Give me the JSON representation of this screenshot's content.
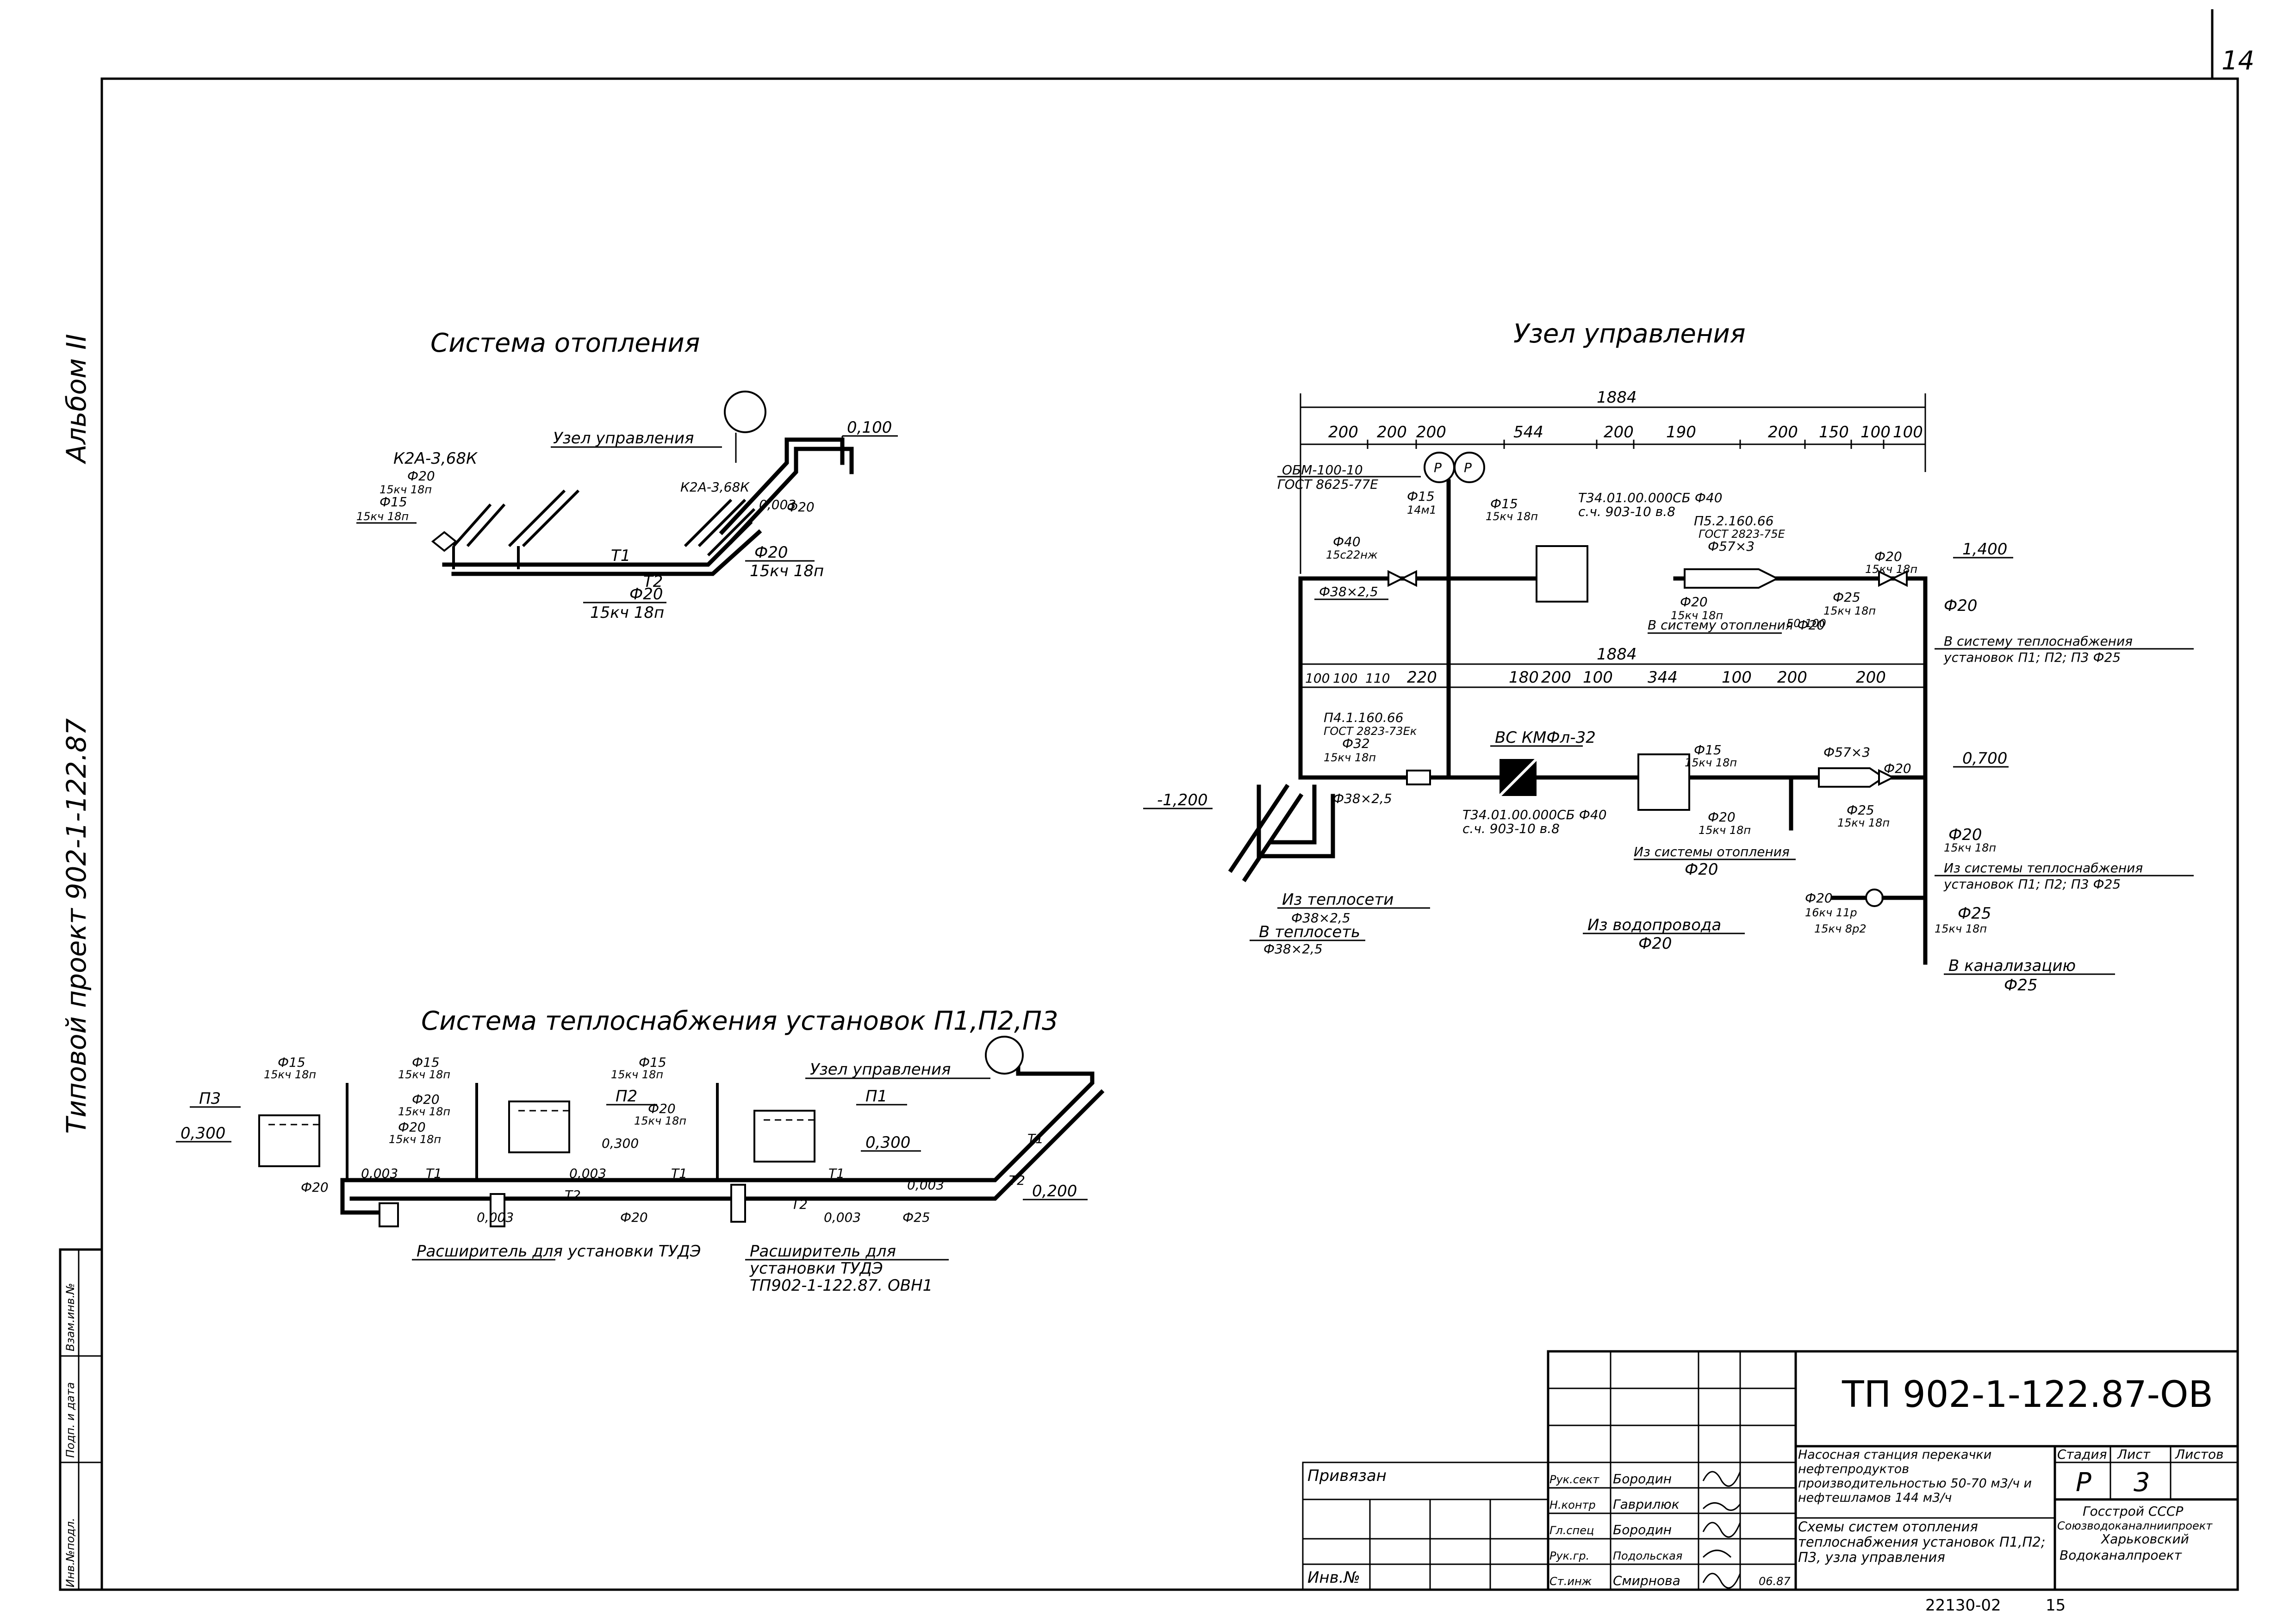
{
  "sheet": {
    "page_number": "14",
    "doc_code": "ТП 902-1-122.87-ОВ",
    "archive_no": "22130-02",
    "archive_page": "15"
  },
  "side": {
    "album": "Альбом II",
    "project": "Типовой проект  902-1-122.87"
  },
  "left_strip": [
    "Инв.№подл.",
    "Подп. и дата",
    "Взам.инв.№"
  ],
  "heating_system": {
    "title": "Система отопления",
    "node_label": "Узел управления",
    "elevation": "0,100",
    "rad1_type": "К2А-3,68К",
    "rad2_type": "К2А-3,68К",
    "d20": "Ф20",
    "d15": "Ф15",
    "valve_15kch18p": "15кч 18п",
    "t1": "Т1",
    "t2": "Т2",
    "slope": "0,003",
    "bottom_d": "Ф20",
    "bottom_valve": "15кч 18п",
    "right_d": "Ф20",
    "right_valve": "15кч 18п"
  },
  "supply_system": {
    "title": "Система теплоснабжения  установок  П1,П2,П3",
    "node_label": "Узел управления",
    "p1": "П1",
    "p2": "П2",
    "p3": "П3",
    "d15": "Ф15",
    "d20": "Ф20",
    "d25": "Ф25",
    "valve": "15кч 18п",
    "el_0300": "0,300",
    "el_0200": "0,200",
    "slope": "0,003",
    "t1": "Т1",
    "t2": "Т2",
    "expander1": "Расширитель для установки ТУДЭ",
    "expander2_l1": "Расширитель  для",
    "expander2_l2": "установки ТУДЭ",
    "expander2_l3": "ТП902-1-122.87. ОВН1"
  },
  "control_node": {
    "title": "Узел управления",
    "total": "1884",
    "dims_top": [
      "200",
      "200",
      "200",
      "544",
      "200",
      "190",
      "200",
      "150",
      "100",
      "100"
    ],
    "dims_bottom": [
      "100",
      "100",
      "110",
      "220",
      "180",
      "200",
      "100",
      "344",
      "100",
      "200",
      "200"
    ],
    "gauge": "ОБМ-100-10",
    "gauge_std": "ГОСТ 8625-77Е",
    "p_sym": "Р",
    "d15": "Ф15",
    "v_14m1": "14м1",
    "v_15kch18p": "15кч 18п",
    "d40": "Ф40",
    "v_15s22nzh": "15с22нж",
    "pipe_38x25": "Ф38×2,5",
    "filter_top": "Т34.01.00.000СБ Ф40",
    "filter_top_ref": "с.ч. 903-10  в.8",
    "p52": "П5.2.160.66",
    "p52_std": "ГОСТ 2823-75Е",
    "d57x3": "Ф57×3",
    "d20": "Ф20",
    "d25": "Ф25",
    "el_1400": "1,400",
    "to_heating": "В систему отопления Ф20",
    "to_supply_l1": "В систему теплоснабжения",
    "to_supply_l2": "установок П1; П2; П3 Ф25",
    "p41": "П4.1.160.66",
    "p41_std": "ГОСТ 2823-73Ек",
    "d32": "Ф32",
    "vs": "ВС КМФл-32",
    "filter_bot": "Т34.01.00.000СБ Ф40",
    "filter_bot_ref": "с.ч. 903-10  в.8",
    "el_0700": "0,700",
    "el_m1200": "-1,200",
    "from_heating": "Из системы отопления",
    "from_supply_l1": "Из системы теплоснабжения",
    "from_supply_l2": "установок П1; П2; П3 Ф25",
    "from_net": "Из теплосети",
    "to_net": "В теплосеть",
    "from_water": "Из водопровода",
    "v_16kch11r": "16кч 11р",
    "v_15kch8r2": "15кч 8р2",
    "to_sewer": "В канализацию",
    "d50": "50",
    "d100": "100"
  },
  "title_block": {
    "bound": "Привязан",
    "inv": "Инв.№",
    "roles": [
      "Рук.сект",
      "Н.контр",
      "Гл.спец",
      "Рук.гр.",
      "Ст.инж"
    ],
    "names": [
      "Бородин",
      "Гаврилюк",
      "Бородин",
      "Подольская",
      "Смирнова"
    ],
    "date": "06.87",
    "object_desc": "Насосная станция перекачки нефтепродуктов производительностью 50-70 м3/ч и нефтешламов 144 м3/ч",
    "drawing_desc": "Схемы систем отопления теплоснабжения установок П1,П2; П3, узла управления",
    "stage_h": "Стадия",
    "sheet_h": "Лист",
    "sheets_h": "Листов",
    "stage": "Р",
    "sheet": "3",
    "org1": "Госстрой СССР",
    "org2": "Союзводоканалниипроект",
    "org3": "Харьковский",
    "org4": "Водоканалпроект"
  }
}
